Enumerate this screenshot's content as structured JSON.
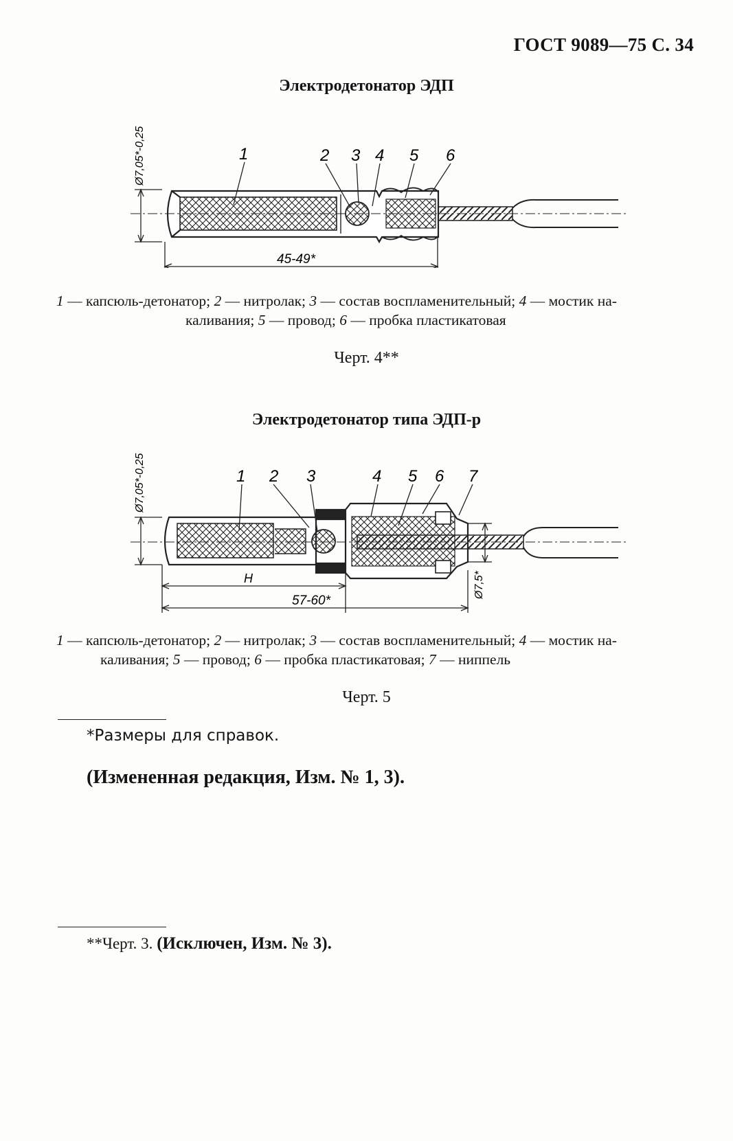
{
  "header": {
    "page_ref": "ГОСТ 9089—75 С. 34"
  },
  "figure4": {
    "title": "Электродетонатор ЭДП",
    "diameter_label": "Ø7,05*-0,25",
    "length_label": "45-49*",
    "callouts": [
      "1",
      "2",
      "3",
      "4",
      "5",
      "6"
    ],
    "legend": [
      {
        "num": "1",
        "text": " — капсюль-детонатор; "
      },
      {
        "num": "2",
        "text": " — нитролак; "
      },
      {
        "num": "3",
        "text": " — состав воспламенительный; "
      },
      {
        "num": "4",
        "text": " — мостик на-"
      },
      {
        "text": "каливания; "
      },
      {
        "num": "5",
        "text": " — провод; "
      },
      {
        "num": "6",
        "text": " — пробка пластикатовая"
      }
    ],
    "chert_label": "Черт. 4**"
  },
  "figure5": {
    "title": "Электродетонатор типа ЭДП-р",
    "diameter_label": "Ø7,05*-0,25",
    "diameter2_label": "Ø7,5*",
    "h_label": "H",
    "length_label": "57-60*",
    "callouts": [
      "1",
      "2",
      "3",
      "4",
      "5",
      "6",
      "7"
    ],
    "legend": [
      {
        "num": "1",
        "text": " — капсюль-детонатор; "
      },
      {
        "num": "2",
        "text": " — нитролак; "
      },
      {
        "num": "3",
        "text": " — состав воспламенительный; "
      },
      {
        "num": "4",
        "text": " — мостик на-"
      },
      {
        "text": "каливания; "
      },
      {
        "num": "5",
        "text": " — провод; "
      },
      {
        "num": "6",
        "text": " — пробка пластикатовая; "
      },
      {
        "num": "7",
        "text": " — ниппель"
      }
    ],
    "chert_label": "Черт. 5"
  },
  "footnote1": "*Размеры для справок.",
  "amendment": "(Измененная редакция, Изм. № 1, 3).",
  "footnote2": {
    "prefix": "**Черт. 3. ",
    "bold": "(Исключен, Изм. № 3)."
  }
}
